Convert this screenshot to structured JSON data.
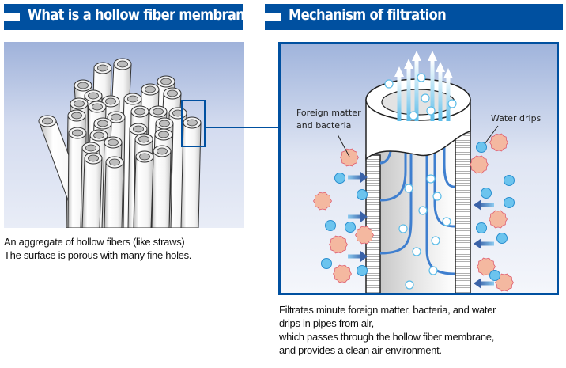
{
  "left_section": {
    "title": "What is a hollow fiber membrane?",
    "caption_line1": "An aggregate of hollow fibers (like straws)",
    "caption_line2": "The surface is porous with many fine holes."
  },
  "right_section": {
    "title": "Mechanism of filtration",
    "label_foreign": "Foreign matter",
    "label_foreign2": "and bacteria",
    "label_water": "Water drips",
    "caption_line1": "Filtrates minute foreign matter, bacteria, and water",
    "caption_line2": "drips in pipes from air,",
    "caption_line3": "which passes through the hollow fiber membrane,",
    "caption_line4": "and provides a clean air environment."
  },
  "colors": {
    "header_blue": "#0050a0",
    "bacteria_fill": "#f4b8a0",
    "bacteria_stroke": "#e06070",
    "water_fill": "#6cc4ee",
    "water_stroke": "#2a8fd0",
    "flow_line": "#3f7fcf"
  }
}
